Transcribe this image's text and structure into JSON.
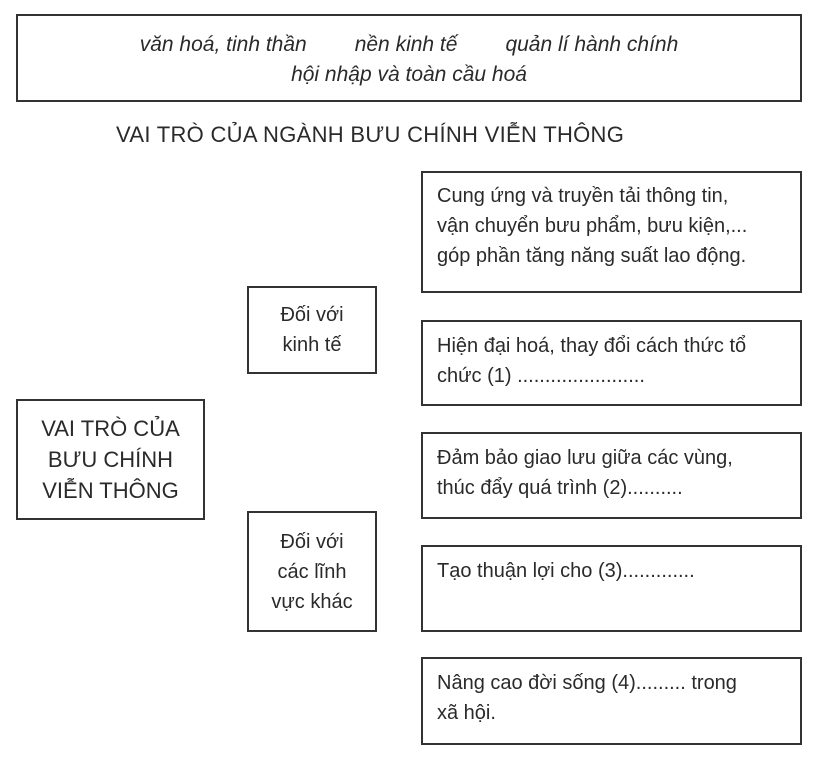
{
  "word_bank": {
    "items_row1": [
      "văn hoá, tinh thần",
      "nền kinh tế",
      "quản lí hành chính"
    ],
    "item_row2": "hội nhập và toàn cầu hoá"
  },
  "title": "VAI TRÒ CỦA NGÀNH BƯU CHÍNH VIỄN THÔNG",
  "main_node": {
    "lines": [
      "VAI TRÒ CỦA",
      "BƯU CHÍNH",
      "VIỄN THÔNG"
    ]
  },
  "categories": {
    "economy": {
      "lines": [
        "Đối với",
        "kinh tế"
      ]
    },
    "other": {
      "lines": [
        "Đối với",
        "các lĩnh",
        "vực khác"
      ]
    }
  },
  "leaves": [
    {
      "lines": [
        "Cung ứng và truyền tải thông tin,",
        "vận chuyển bưu phẩm, bưu kiện,...",
        "góp phần tăng năng suất lao động."
      ]
    },
    {
      "lines": [
        "Hiện đại hoá, thay đổi cách thức tổ",
        "chức (1) ......................."
      ]
    },
    {
      "lines": [
        "Đảm bảo giao lưu giữa các vùng,",
        "thúc đẩy quá trình (2).........."
      ]
    },
    {
      "lines": [
        "Tạo thuận lợi cho (3)............."
      ]
    },
    {
      "lines": [
        "Nâng cao đời sống (4)......... trong",
        "xã hội."
      ]
    }
  ]
}
